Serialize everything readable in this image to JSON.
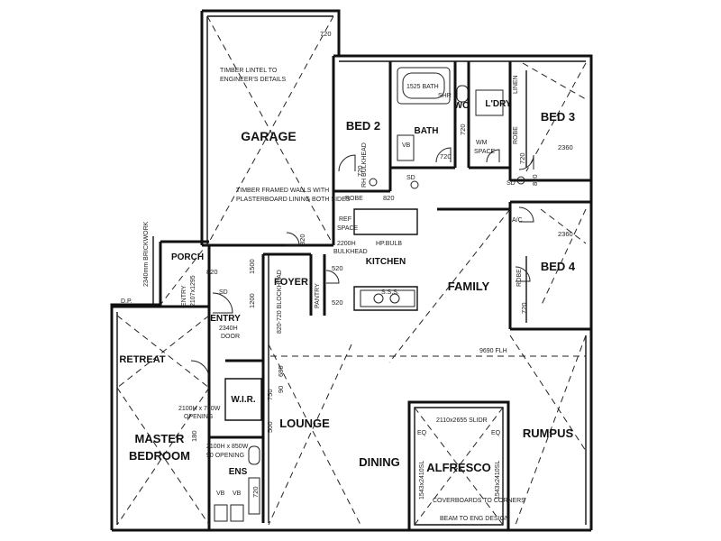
{
  "rooms": {
    "garage": "GARAGE",
    "bed2": "BED 2",
    "bath": "BATH",
    "wc": "WC",
    "ldry": "L'DRY",
    "bed3": "BED 3",
    "bed4": "BED 4",
    "kitchen": "KITCHEN",
    "family": "FAMILY",
    "foyer": "FOYER",
    "porch": "PORCH",
    "entry": "ENTRY",
    "retreat": "RETREAT",
    "wir": "W.I.R.",
    "lounge": "LOUNGE",
    "master_line1": "MASTER",
    "master_line2": "BEDROOM",
    "ens": "ENS",
    "dining": "DINING",
    "alfresco": "ALFRESCO",
    "rumpus": "RUMPUS"
  },
  "notes": {
    "timber_lintel_1": "TIMBER LINTEL TO",
    "timber_lintel_2": "ENGINEER'S DETAILS",
    "timber_framed_1": "TIMBER FRAMED WALLS WITH",
    "timber_framed_2": "PLASTERBOARD LINING BOTH SIDES",
    "ref_space_1": "REF",
    "ref_space_2": "SPACE",
    "bulkhead_1": "2200H",
    "bulkhead_2": "BULKHEAD",
    "hp_bulb": "HP.BULB",
    "rh_bulkhead": "RH BULKHEAD",
    "wm_space_1": "WM",
    "wm_space_2": "SPACE",
    "linen": "LINEN",
    "robe_bed2": "ROBE",
    "robe_bed3": "ROBE",
    "robe_bed4": "ROBE",
    "bath_fixture": "1525 BATH",
    "shr": "SHR",
    "vb": "VB",
    "vb_ens_1": "VB",
    "vb_ens_2": "VB",
    "pantry": "PANTRY",
    "sss": "S.S.S.",
    "ac": "A/C",
    "sd_1": "SD",
    "sd_2": "SD",
    "sd_3": "SD",
    "entry_size": "2340H",
    "entry_door": "DOOR",
    "porch_size": "2107x1295",
    "porch_entry": "ENTRY",
    "brickwork": "2340mm BRICKWORK",
    "dp": "D.P.",
    "opening_1a": "2100H x 750W",
    "opening_1b": "OPENING",
    "opening_2a": "2100H x 850W",
    "opening_2b": "90 OPENING",
    "slider": "2110x2655 SLIDR",
    "alf_dim_left": "1543x2410SL",
    "alf_dim_right": "1543x2410SL",
    "coverboards": "COVERBOARDS TO CORNERS",
    "beam": "BEAM TO ENG DESIGN",
    "eq_1": "EQ",
    "eq_2": "EQ",
    "two_ft_blockhead": "820-720 BLOCKHEAD",
    "tiles": "9690 FLH"
  },
  "dimensions": {
    "d720_a": "720",
    "d720_b": "720",
    "d720_c": "720",
    "d720_d": "720",
    "d720_e": "720",
    "d720_f": "720",
    "d720_g": "720",
    "d820_a": "820",
    "d820_b": "820",
    "d820_c": "820",
    "d820_d": "820",
    "d520_a": "520",
    "d520_b": "520",
    "d2360_a": "2360",
    "d2360_b": "2360",
    "d1500": "1500",
    "d1200": "1200",
    "d680": "680",
    "d750": "750",
    "d90": "90",
    "d500": "500",
    "d180": "180"
  }
}
